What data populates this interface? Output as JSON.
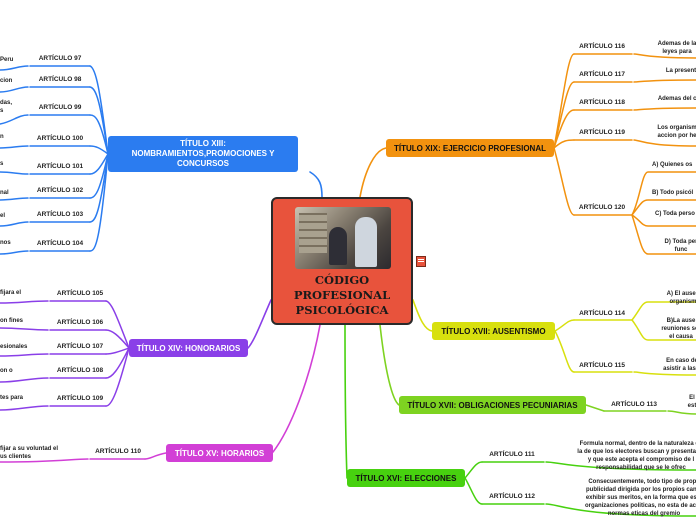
{
  "center": {
    "title_lines": [
      "CÓDIGO",
      "PROFESIONAL",
      "PSICOLÓGICA"
    ]
  },
  "topics": {
    "t13": "TÍTULO XIII: NOMBRAMIENTOS,PROMOCIONES Y CONCURSOS",
    "t14": "TÍTULO XIV: HONORARIOS",
    "t15": "TÍTULO XV: HORARIOS",
    "t19": "TÍTULO XIX: EJERCICIO PROFESIONAL",
    "t17a": "TÍTULO XVII: AUSENTISMO",
    "t17b": "TÍTULO XVII: OBLIGACIONES PECUNIARIAS",
    "t16": "TÍTULO XVI: ELECCIONES"
  },
  "left_articles": {
    "a97": "ARTÍCULO 97",
    "a98": "ARTÍCULO 98",
    "a99": "ARTÍCULO 99",
    "a100": "ARTÍCULO 100",
    "a101": "ARTÍCULO 101",
    "a102": "ARTÍCULO 102",
    "a103": "ARTÍCULO 103",
    "a104": "ARTÍCULO 104",
    "a105": "ARTÍCULO 105",
    "a106": "ARTÍCULO 106",
    "a107": "ARTÍCULO 107",
    "a108": "ARTÍCULO 108",
    "a109": "ARTÍCULO 109",
    "a110": "ARTÍCULO 110"
  },
  "left_texts": {
    "a97": [
      "Peru"
    ],
    "a98": [
      "cion"
    ],
    "a99": [
      "das,",
      "s"
    ],
    "a100": [
      "n"
    ],
    "a101": [
      "s"
    ],
    "a102": [
      "nal"
    ],
    "a103": [
      "el"
    ],
    "a104": [
      "nos"
    ],
    "a105": [
      "fijara el"
    ],
    "a106": [
      "on fines"
    ],
    "a107": [
      "esionales"
    ],
    "a108": [
      "on o"
    ],
    "a109": [
      "tes para"
    ],
    "a110": [
      "fijar a su voluntad el",
      "us clientes"
    ]
  },
  "right_articles": {
    "a116": "ARTÍCULO 116",
    "a117": "ARTÍCULO 117",
    "a118": "ARTÍCULO 118",
    "a119": "ARTÍCULO 119",
    "a120": "ARTÍCULO 120",
    "a114": "ARTÍCULO 114",
    "a115": "ARTÍCULO 115",
    "a113": "ARTÍCULO 113",
    "a111": "ARTÍCULO 111",
    "a112": "ARTÍCULO 112"
  },
  "right_texts": {
    "a116": [
      "Ademas de la",
      "leyes para"
    ],
    "a117": [
      "La present"
    ],
    "a118": [
      "Ademas del co"
    ],
    "a119": [
      "Los organism",
      "accion por he"
    ],
    "a120a": [
      "A) Quienes os"
    ],
    "a120b": [
      "B) Todo psicól"
    ],
    "a120c": [
      "C) Toda perso"
    ],
    "a120d": [
      "D) Toda per",
      "func"
    ],
    "a114a": [
      "A) El ausen",
      "organism"
    ],
    "a114b": [
      "B)La ause",
      "reuniones ser",
      "el causa"
    ],
    "a115": [
      "En caso de",
      "asistir a las e"
    ],
    "a113": [
      "El",
      "est"
    ],
    "a111": [
      "Formula normal, dentro de la naturaleza de",
      "la de que los electores buscan y presentan a",
      "y que este acepta el compromiso de l",
      "responsabilidad que se le ofrec"
    ],
    "a112": [
      "Consecuentemente, todo tipo de propa",
      "publicidad dirigida por los propios candi",
      "exhibir sus meritos, en la forma que es u",
      "organizaciones politicas, no esta de acue",
      "normas eticas del gremio"
    ]
  }
}
